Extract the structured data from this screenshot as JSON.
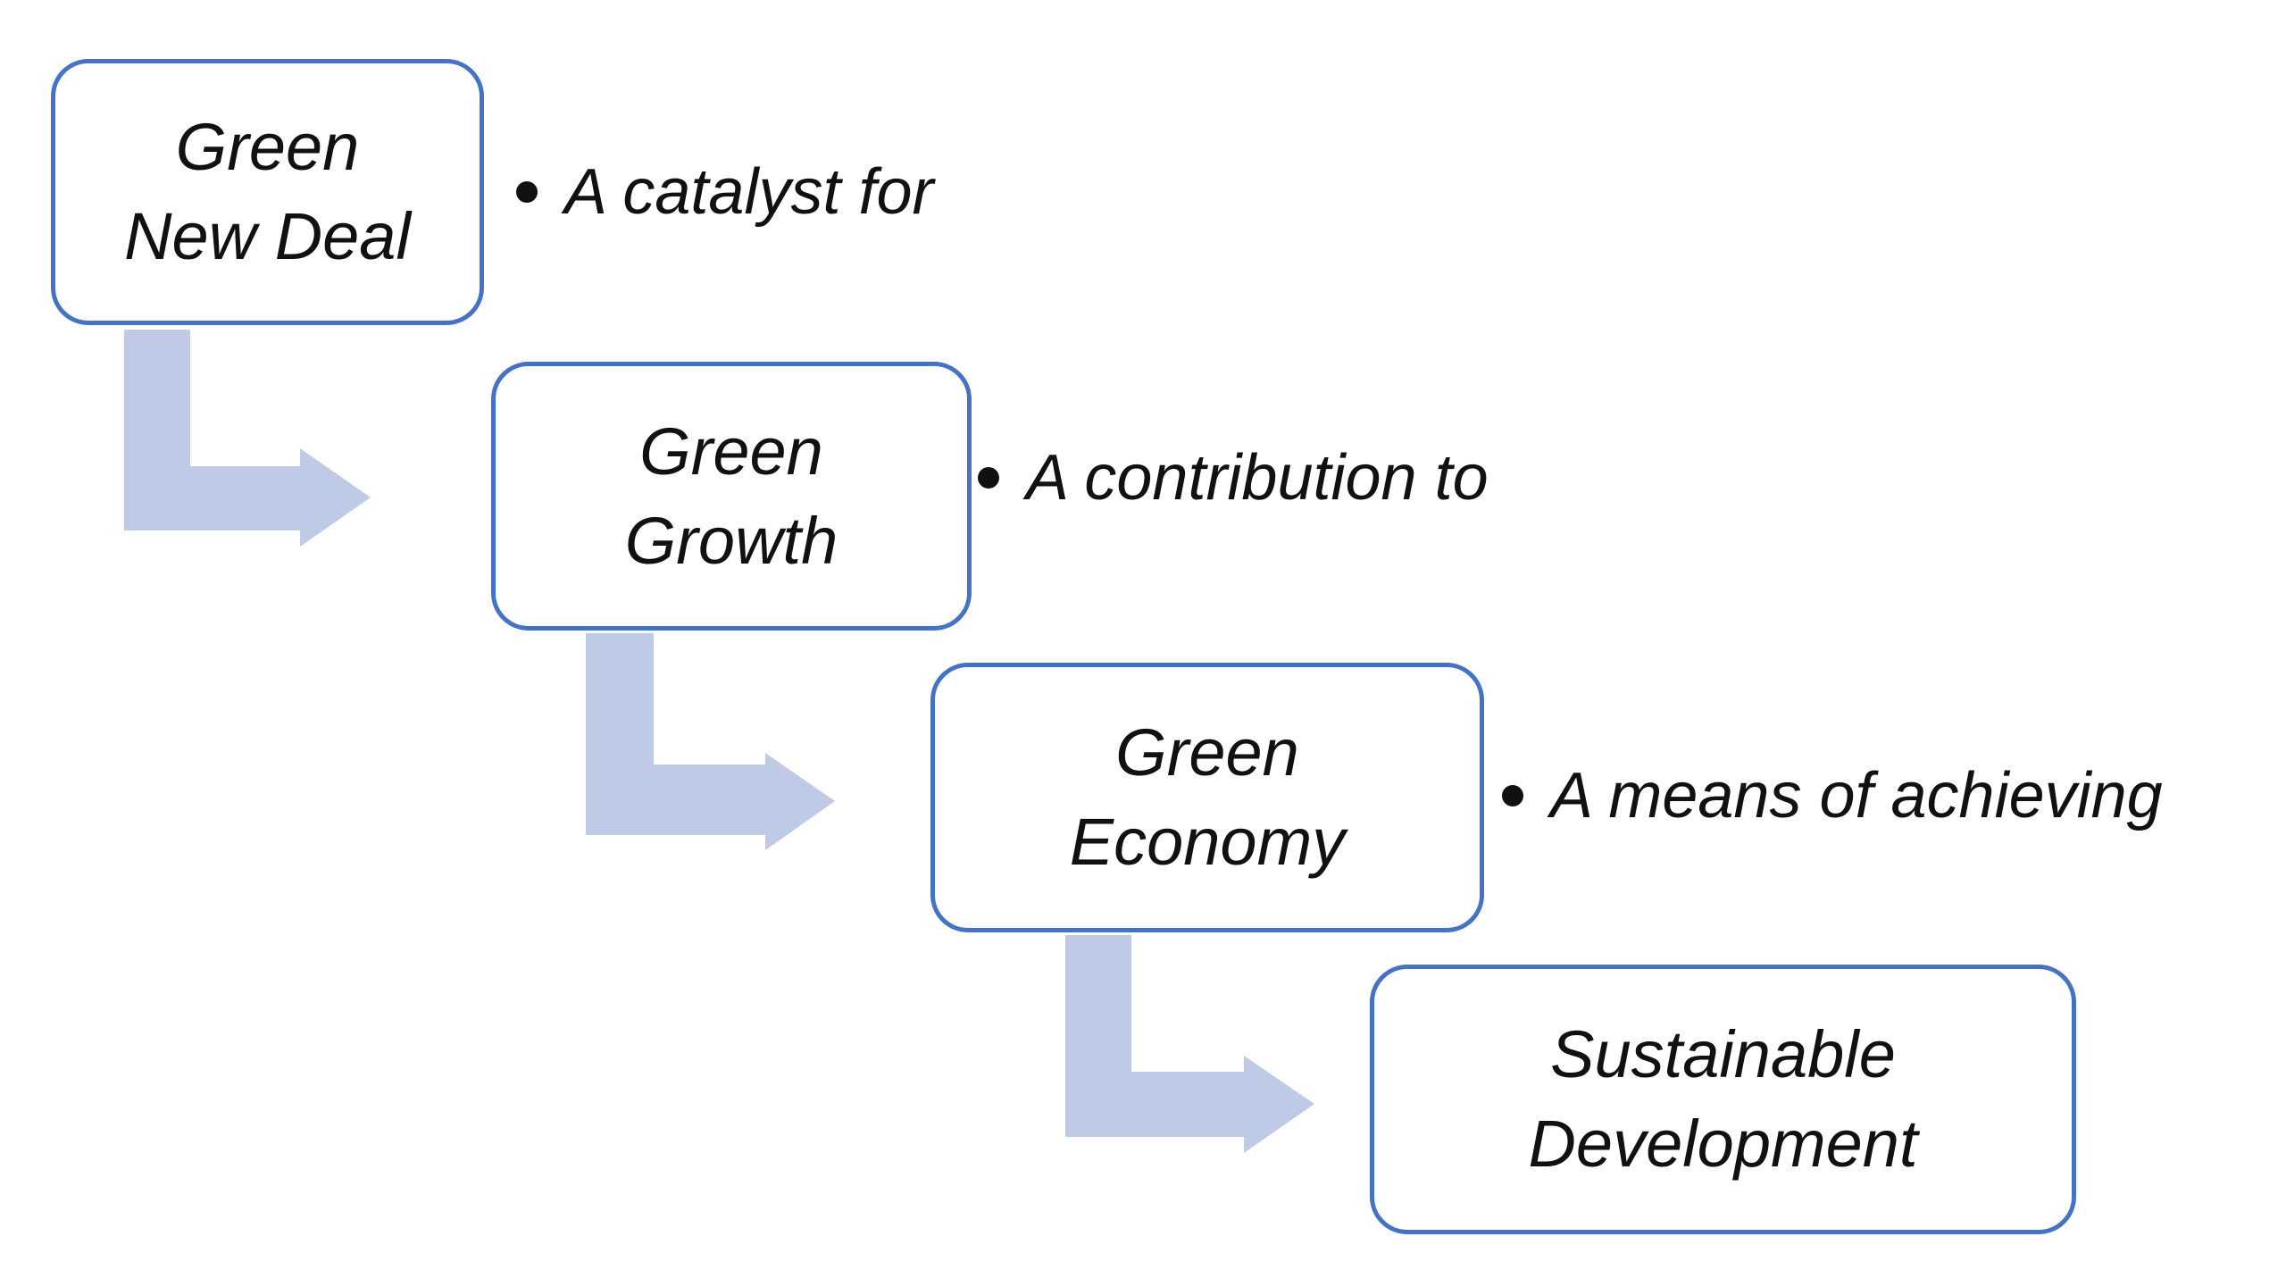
{
  "colors": {
    "box_border": "#4472C4",
    "arrow_fill": "#BFCAE6",
    "text": "#111111"
  },
  "boxes": [
    {
      "line1": "Green",
      "line2": "New Deal"
    },
    {
      "line1": "Green",
      "line2": "Growth"
    },
    {
      "line1": "Green",
      "line2": "Economy"
    },
    {
      "line1": "Sustainable",
      "line2": "Development"
    }
  ],
  "relations": [
    {
      "text": "A catalyst for"
    },
    {
      "text": "A contribution to"
    },
    {
      "text": "A means of achieving"
    }
  ]
}
